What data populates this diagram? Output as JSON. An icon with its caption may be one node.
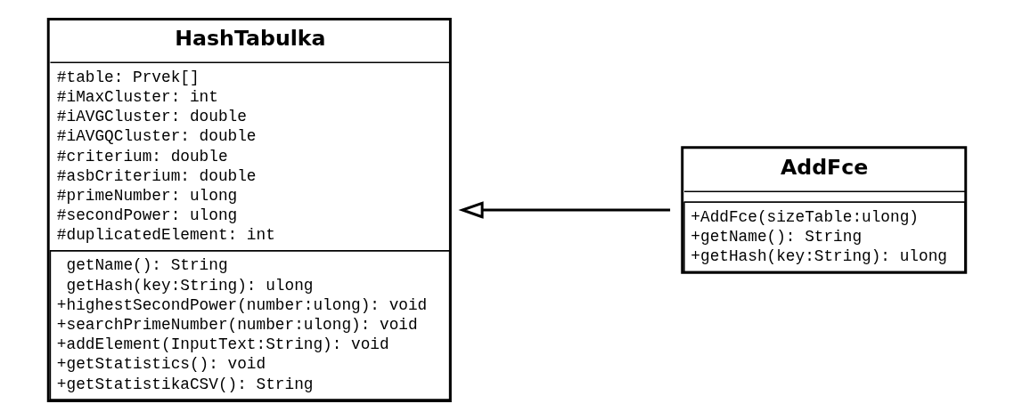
{
  "diagram": {
    "nodes": [
      {
        "text": [
          "HashTabulka",
          "#table: Prvek[]",
          "#iMaxCluster: int",
          "#iAVGCluster: double",
          "#iAVGQCluster: double",
          "#criterium: double",
          "#asbCriterium: double",
          "#primeNumber: ulong",
          "#secondPower: ulong",
          "#duplicatedElement: int",
          " getName(): String",
          " getHash(key:String): ulong",
          "+highestSecondPower(number:ulong): void",
          "+searchPrimeNumber(number:ulong): void",
          "+addElement(InputText:String): void",
          "+getStatistics(): void",
          "+getStatistikaCSV(): String"
        ]
      },
      {
        "text": [
          "AddFce",
          "+AddFce(sizeTable:ulong)",
          "+getName(): String",
          "+getHash(key:String): ulong"
        ]
      }
    ],
    "edges": [
      {
        "from": 1,
        "to": 0,
        "arrow": "to"
      }
    ]
  }
}
